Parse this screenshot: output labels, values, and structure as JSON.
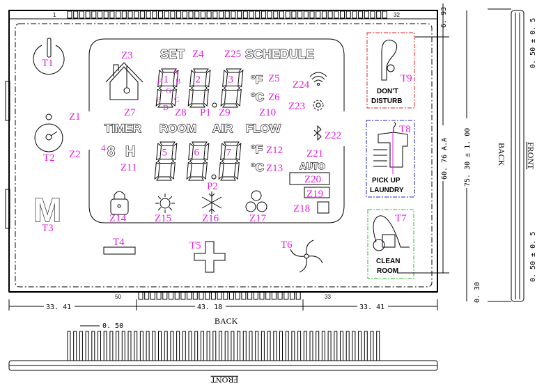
{
  "pins": {
    "top_first": "1",
    "top_last": "32",
    "bottom_left": "50",
    "bottom_right": "33"
  },
  "touch_keys": {
    "t1": "T1",
    "t2": "T2",
    "t3": "T3",
    "t4": "T4",
    "t5": "T5",
    "t6": "T6",
    "t7": "T7",
    "t8": "T8",
    "t9": "T9"
  },
  "segments": {
    "z1": "Z1",
    "z2": "Z2",
    "z3": "Z3",
    "z4": "Z4",
    "z5": "Z5",
    "z6": "Z6",
    "z7": "Z7",
    "z8": "Z8",
    "z9": "Z9",
    "z10": "Z10",
    "z11": "Z11",
    "z12": "Z12",
    "z13": "Z13",
    "z14": "Z14",
    "z15": "Z15",
    "z16": "Z16",
    "z17": "Z17",
    "z18": "Z18",
    "z19": "Z19",
    "z20": "Z20",
    "z21": "Z21",
    "z22": "Z22",
    "z23": "Z23",
    "z24": "Z24",
    "z25": "Z25",
    "p1": "P1",
    "p2": "P2",
    "digit_prefix": "4"
  },
  "digit_labels": [
    "1",
    "2",
    "3",
    "5",
    "6",
    "7"
  ],
  "segment_letters": {
    "a": "A",
    "b": "B",
    "c": "C",
    "d": "D",
    "e": "E",
    "f": "F",
    "g": "G"
  },
  "display_text": {
    "set": "SET",
    "schedule": "SCHEDULE",
    "timer": "TIMER",
    "room": "ROOM",
    "air": "AIR",
    "flow": "FLOW",
    "hour_digit": "8",
    "hour_unit": "H",
    "fahrenheit": "°F",
    "celsius": "°C",
    "auto": "AUTO",
    "mode": "M",
    "dont_disturb_1": "DON'T",
    "dont_disturb_2": "DISTURB",
    "laundry_1": "PICK UP",
    "laundry_2": "LAUNDRY",
    "clean_1": "CLEAN",
    "clean_2": "ROOM"
  },
  "dimensions": {
    "left_width": "33. 41",
    "center_width": "43. 18",
    "right_width": "33. 41",
    "top_offset": "6. 93",
    "active_area": "60. 76  A.A",
    "total_height": "75. 30 ± 1. 00",
    "tolerance_top": "0. 50 ± 0. 5",
    "tolerance_bottom": "0. 50 ± 0. 5",
    "thickness": "0. 30",
    "pin_pitch": "0. 50",
    "side_back": "BACK",
    "side_front": "FRONT",
    "bottom_back": "BACK",
    "bottom_front": "FRONT"
  },
  "colors": {
    "label": "#e020e0",
    "dont_disturb_box": "#e02020",
    "laundry_box": "#2020c0",
    "clean_box": "#20c020"
  }
}
